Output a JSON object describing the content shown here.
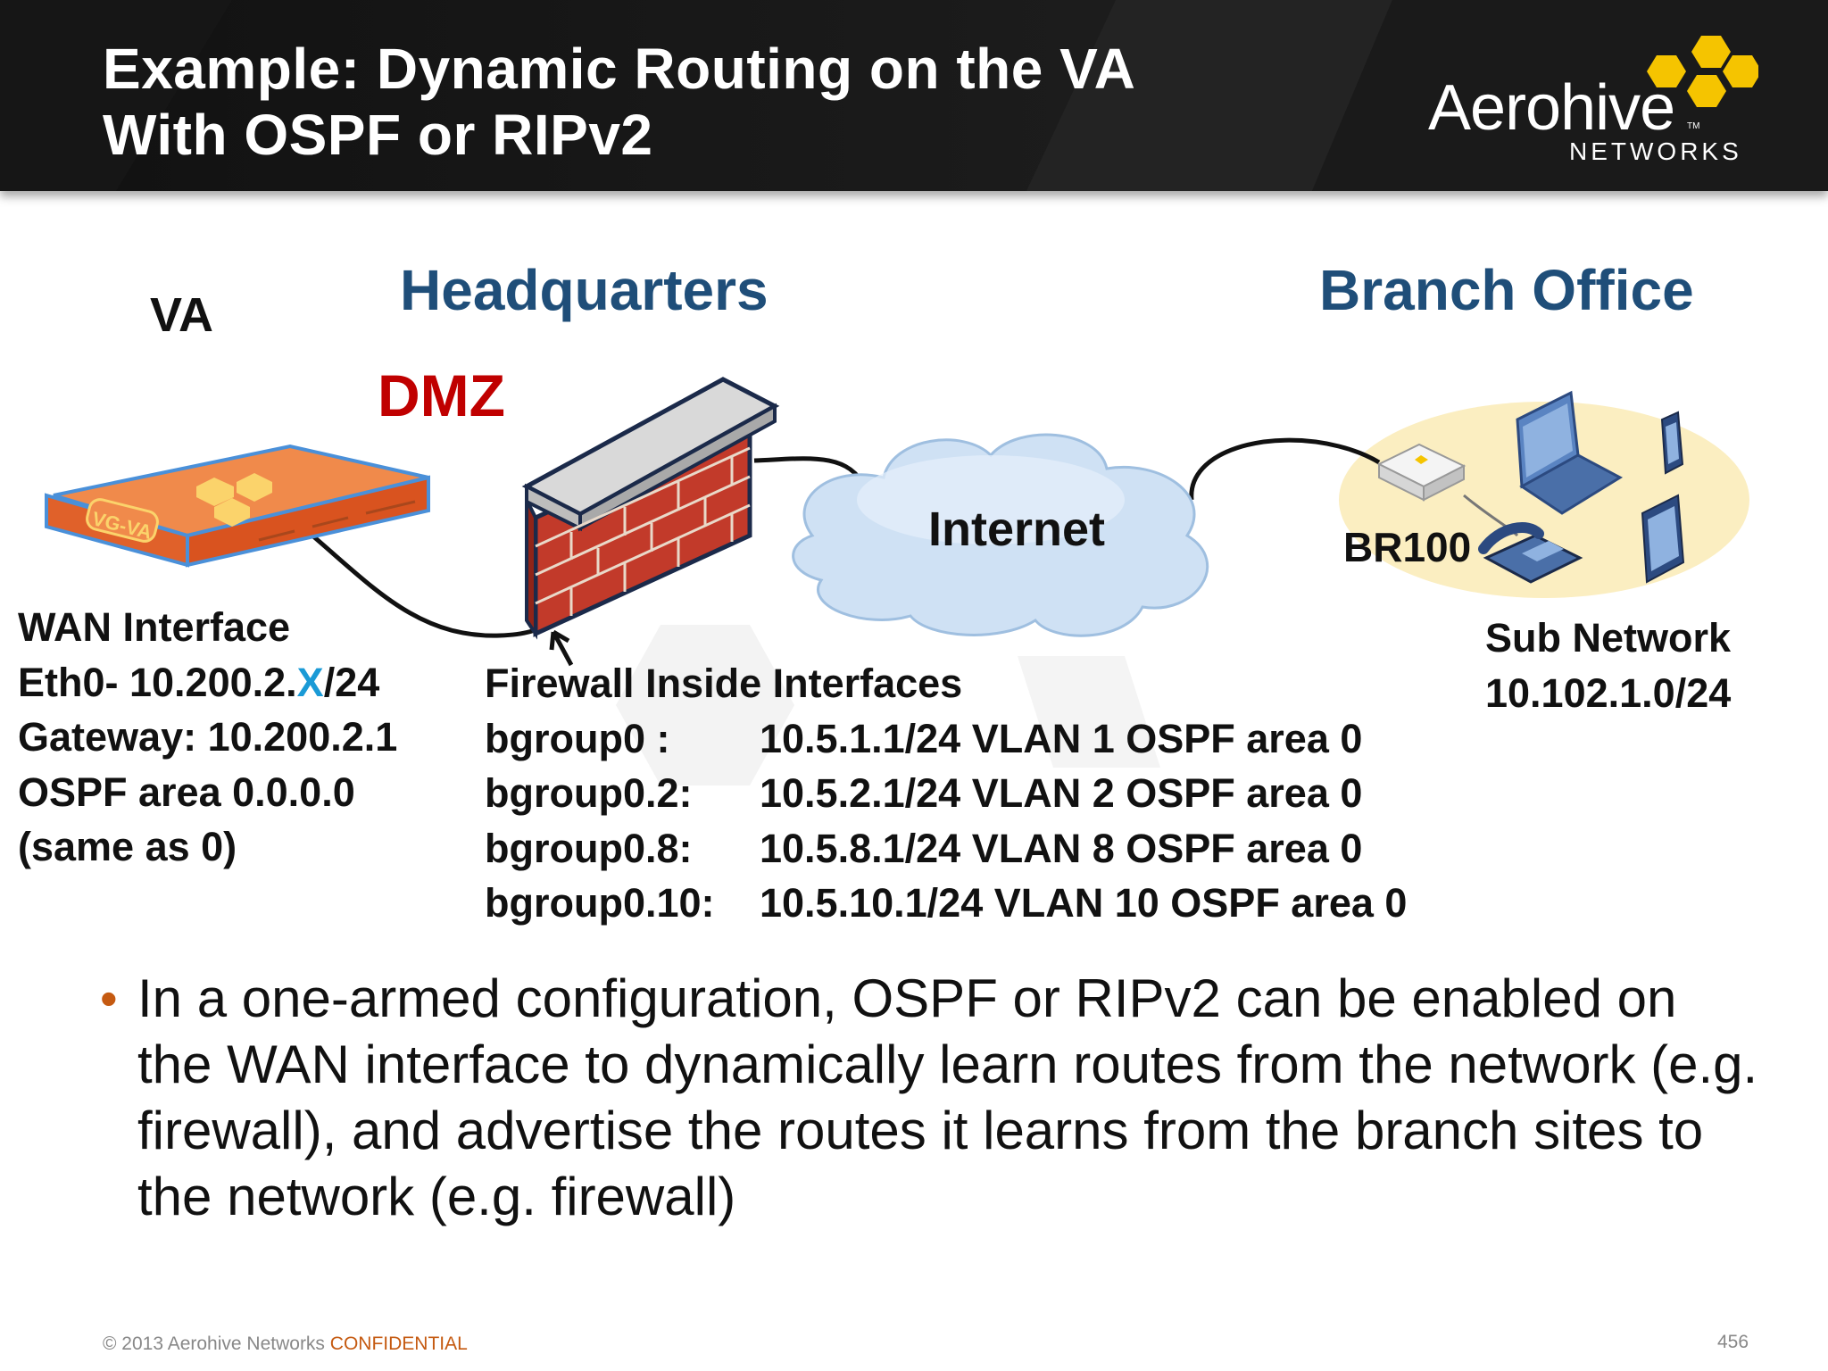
{
  "slide": {
    "title_line1": "Example: Dynamic Routing on the VA",
    "title_line2": "With OSPF or RIPv2",
    "logo": {
      "name": "Aerohive",
      "sub": "NETWORKS",
      "tm": "TM"
    }
  },
  "diagram": {
    "va_label": "VA",
    "hq_label": "Headquarters",
    "branch_label": "Branch Office",
    "dmz_label": "DMZ",
    "internet_label": "Internet",
    "br_label": "BR100",
    "va_device_text": "VG-VA",
    "wan": {
      "line1": "WAN Interface",
      "line2_prefix": "Eth0- 10.200.2.",
      "line2_x": "X",
      "line2_suffix": "/24",
      "line3": "Gateway: 10.200.2.1",
      "line4": "OSPF area 0.0.0.0",
      "line5": "(same as 0)"
    },
    "subnet": {
      "line1": "Sub Network",
      "line2": "10.102.1.0/24"
    },
    "firewall": {
      "heading": "Firewall Inside Interfaces",
      "rows": [
        {
          "iface": "bgroup0 :",
          "detail": "10.5.1.1/24 VLAN 1 OSPF area 0"
        },
        {
          "iface": "bgroup0.2:",
          "detail": "10.5.2.1/24 VLAN 2 OSPF area 0"
        },
        {
          "iface": "bgroup0.8:",
          "detail": "10.5.8.1/24 VLAN 8 OSPF area 0"
        },
        {
          "iface": "bgroup0.10:",
          "detail": "10.5.10.1/24 VLAN 10 OSPF area 0"
        }
      ]
    }
  },
  "bullet": {
    "text": "In a one-armed configuration, OSPF or RIPv2 can be enabled on the WAN interface to dynamically learn routes from the network (e.g. firewall), and advertise the routes it learns from the branch sites to the network (e.g. firewall)"
  },
  "footer": {
    "copyright": "© 2013 Aerohive Networks",
    "confidential": "CONFIDENTIAL",
    "page_number": "456"
  },
  "colors": {
    "header_bg": "#111111",
    "heading_blue": "#1f4e79",
    "dmz_red": "#c00000",
    "bullet_orange": "#c55a11",
    "logo_yellow": "#f5c400",
    "x_blue": "#1a9ad6"
  }
}
